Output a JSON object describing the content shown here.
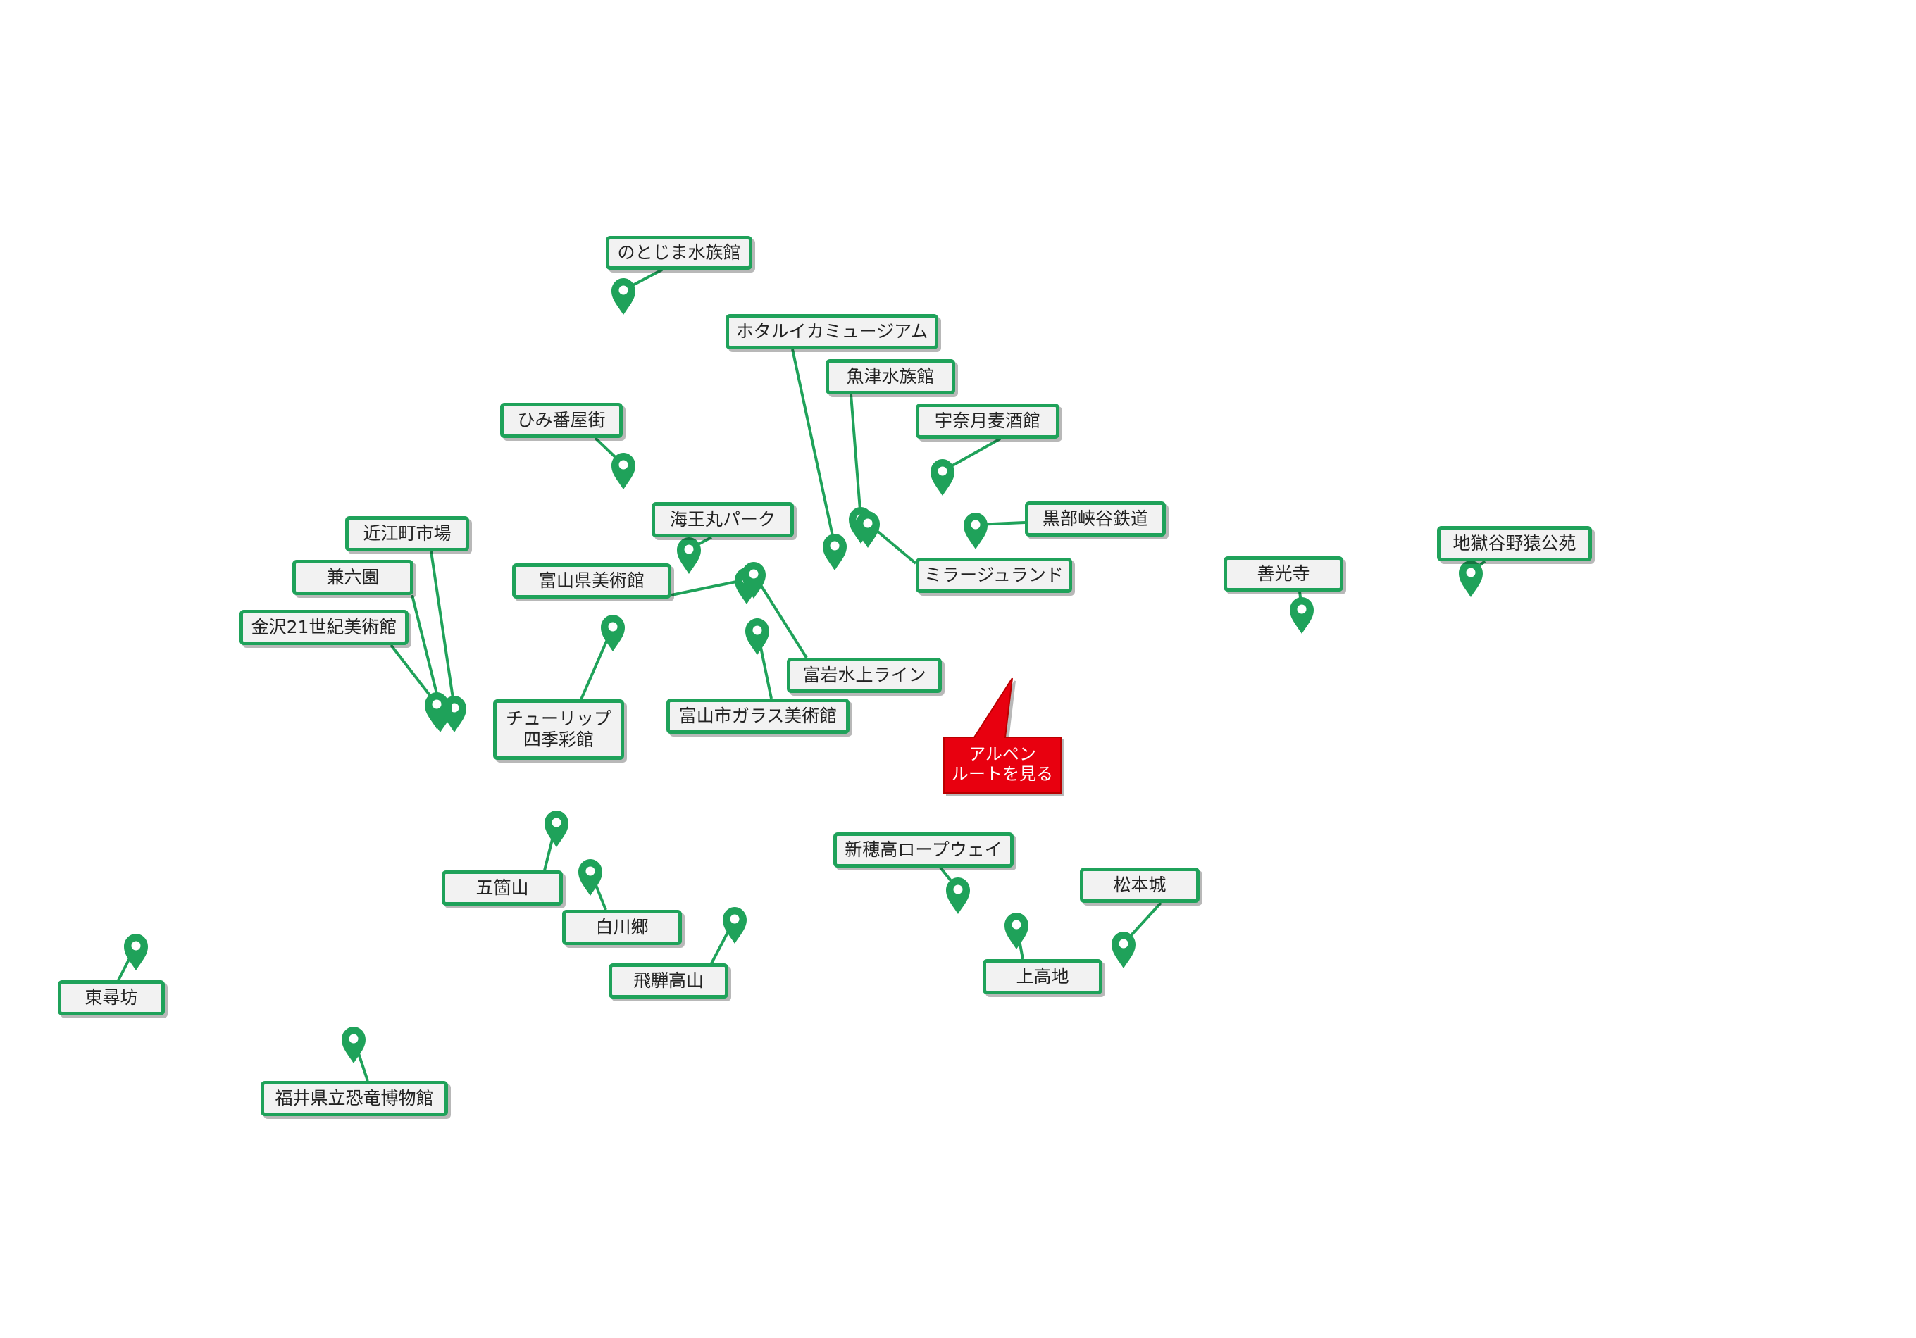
{
  "map": {
    "colors": {
      "accent": "#1fa25a",
      "label_bg": "#f2f2f2",
      "callout": "#e8000f",
      "text": "#222222"
    },
    "icon": "map-pin-icon",
    "spots": [
      {
        "id": "notojima-aquarium",
        "label": "のとじま水族館"
      },
      {
        "id": "hotaruika-museum",
        "label": "ホタルイカミュージアム"
      },
      {
        "id": "uozu-aquarium",
        "label": "魚津水族館"
      },
      {
        "id": "unazuki-beer",
        "label": "宇奈月麦酒館"
      },
      {
        "id": "himi-banya",
        "label": "ひみ番屋街"
      },
      {
        "id": "kaiomaru-park",
        "label": "海王丸パーク"
      },
      {
        "id": "kurobe-railway",
        "label": "黒部峡谷鉄道"
      },
      {
        "id": "omicho-market",
        "label": "近江町市場"
      },
      {
        "id": "kenrokuen",
        "label": "兼六園"
      },
      {
        "id": "toyama-art-museum",
        "label": "富山県美術館"
      },
      {
        "id": "mirage-land",
        "label": "ミラージュランド"
      },
      {
        "id": "zenkoji",
        "label": "善光寺"
      },
      {
        "id": "jigokudani",
        "label": "地獄谷野猿公苑"
      },
      {
        "id": "kanazawa-21c",
        "label": "金沢21世紀美術館"
      },
      {
        "id": "fugan-water-line",
        "label": "富岩水上ライン"
      },
      {
        "id": "tulip-museum",
        "label": "チューリップ\n四季彩館"
      },
      {
        "id": "toyama-glass",
        "label": "富山市ガラス美術館"
      },
      {
        "id": "gokayama",
        "label": "五箇山"
      },
      {
        "id": "shinhotaka",
        "label": "新穂高ロープウェイ"
      },
      {
        "id": "matsumoto-castle",
        "label": "松本城"
      },
      {
        "id": "shirakawago",
        "label": "白川郷"
      },
      {
        "id": "hida-takayama",
        "label": "飛騨高山"
      },
      {
        "id": "kamikochi",
        "label": "上高地"
      },
      {
        "id": "tojinbo",
        "label": "東尋坊"
      },
      {
        "id": "fukui-dinosaur",
        "label": "福井県立恐竜博物館"
      }
    ],
    "callout": {
      "line1": "アルペン",
      "line2": "ルートを見る"
    }
  }
}
